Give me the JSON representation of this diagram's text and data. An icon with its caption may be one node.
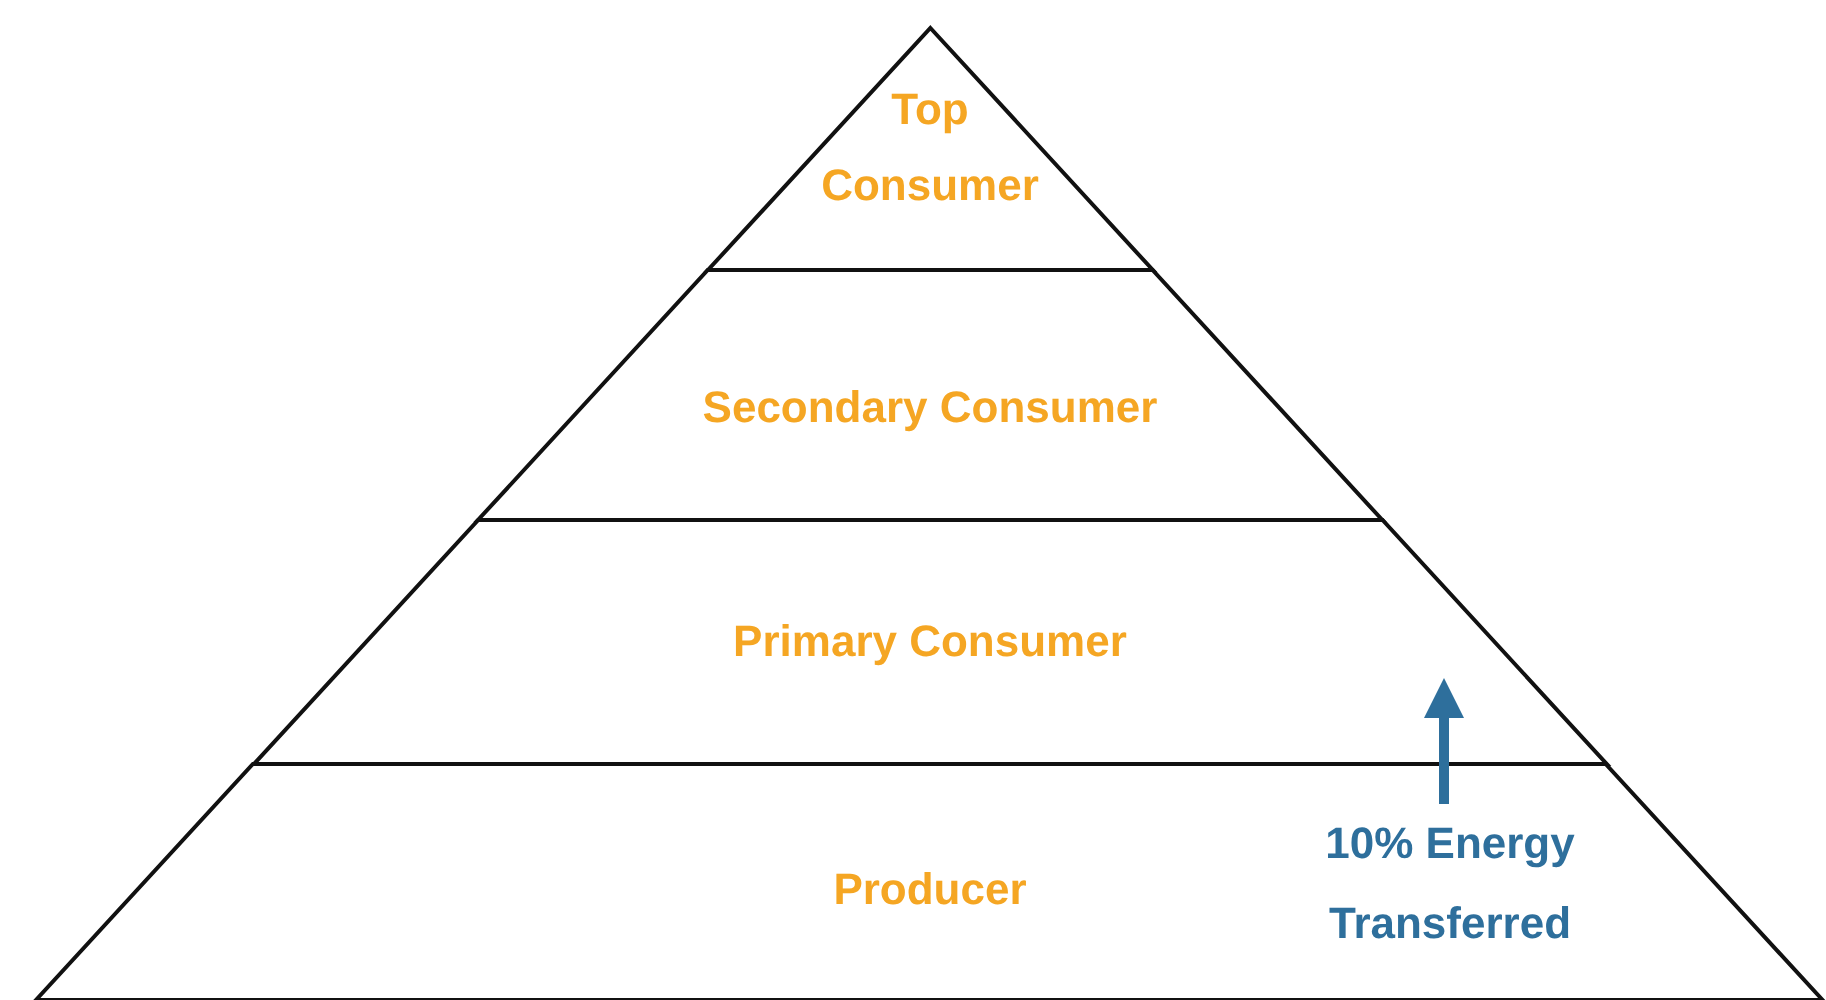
{
  "diagram": {
    "nodes": [
      {
        "text": [
          "Top Consumer"
        ]
      },
      {
        "text": [
          "Secondary Consumer"
        ]
      },
      {
        "text": [
          "Primary Consumer"
        ]
      },
      {
        "text": [
          "Producer"
        ]
      }
    ],
    "edges": [
      {
        "from": 3,
        "to": 2,
        "arrow": "to",
        "label": "10% Energy Transferred",
        "color": "#2e6f9c"
      }
    ]
  }
}
